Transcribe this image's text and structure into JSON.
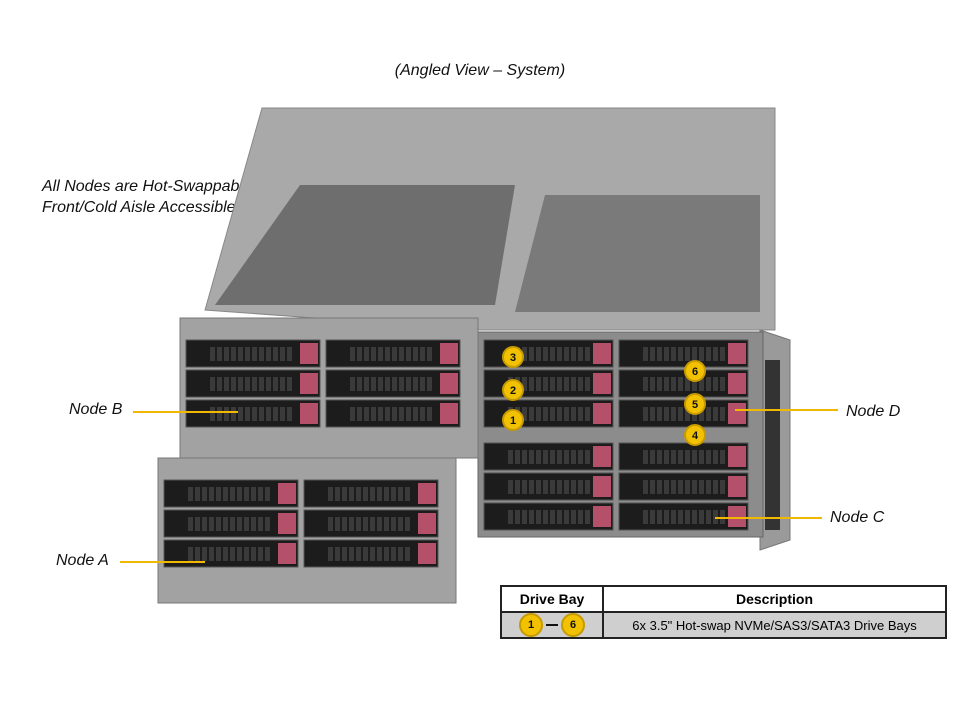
{
  "title": "(Angled View – System)",
  "note": [
    "All Nodes are Hot-Swappable &",
    "Front/Cold Aisle Accessible"
  ],
  "nodes": {
    "a": "Node A",
    "b": "Node B",
    "c": "Node C",
    "d": "Node D"
  },
  "drive_badges": [
    "1",
    "2",
    "3",
    "4",
    "5",
    "6"
  ],
  "table": {
    "headers": [
      "Drive Bay",
      "Description"
    ],
    "row": {
      "from": "1",
      "to": "6",
      "description": "6x 3.5\" Hot-swap NVMe/SAS3/SATA3 Drive  Bays"
    }
  },
  "colors": {
    "callout": "#f2b800",
    "badge": "#f2c200",
    "drive_latch": "#b5506a"
  }
}
